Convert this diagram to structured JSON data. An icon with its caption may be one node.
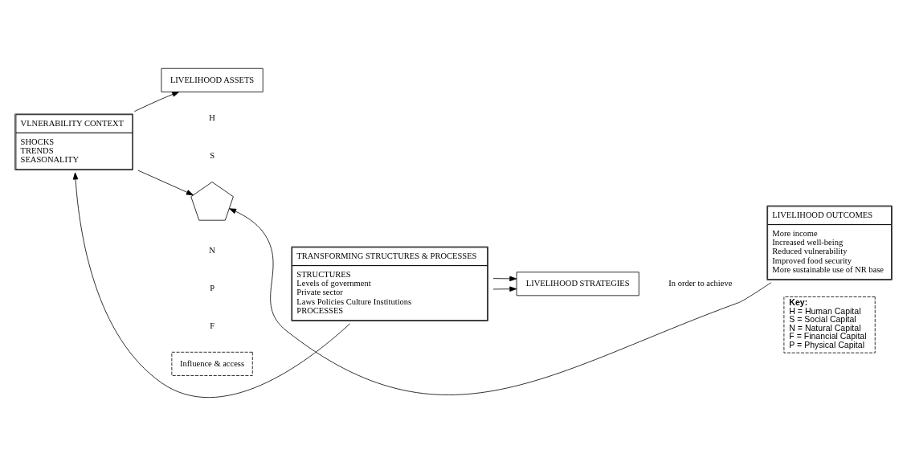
{
  "diagram": {
    "nodes": [
      {
        "text": [
          "VLNERABILITY CONTEXT",
          "SHOCKS",
          "TRENDS",
          "SEASONALITY"
        ]
      },
      {
        "text": [
          "LIVELIHOOD ASSETS"
        ]
      },
      {
        "text": [],
        "shape": "pentagon"
      },
      {
        "text": [
          "Influence & access"
        ]
      },
      {
        "text": [
          "TRANSFORMING STRUCTURES & PROCESSES",
          "STRUCTURES",
          "Levels of government",
          "Private sector",
          "Laws Policies Culture Institutions",
          "PROCESSES"
        ]
      },
      {
        "text": [
          "LIVELIHOOD STRATEGIES"
        ]
      },
      {
        "text": [
          "LIVELIHOOD OUTCOMES",
          "More income",
          "Increased well-being",
          "Reduced vulnerability",
          "Improved food security",
          "More sustainable use of NR base"
        ]
      },
      {
        "text": [
          "Key:",
          "H = Human Capital",
          "S = Social Capital",
          "N = Natural Capital",
          "F = Financial Capital",
          "P = Physical Capital"
        ]
      }
    ],
    "edges": [
      {
        "from": 4,
        "to": 0,
        "arrow": "to"
      },
      {
        "from": 0,
        "to": 1,
        "arrow": "to"
      },
      {
        "from": 0,
        "to": 2,
        "arrow": "to"
      },
      {
        "from": 4,
        "to": 5,
        "arrow": "to"
      },
      {
        "from": 4,
        "to": 5,
        "arrow": "to"
      },
      {
        "from": 6,
        "to": 2,
        "arrow": "to"
      }
    ],
    "labels": [
      "H",
      "S",
      "N",
      "P",
      "F",
      "In order to achieve"
    ]
  }
}
